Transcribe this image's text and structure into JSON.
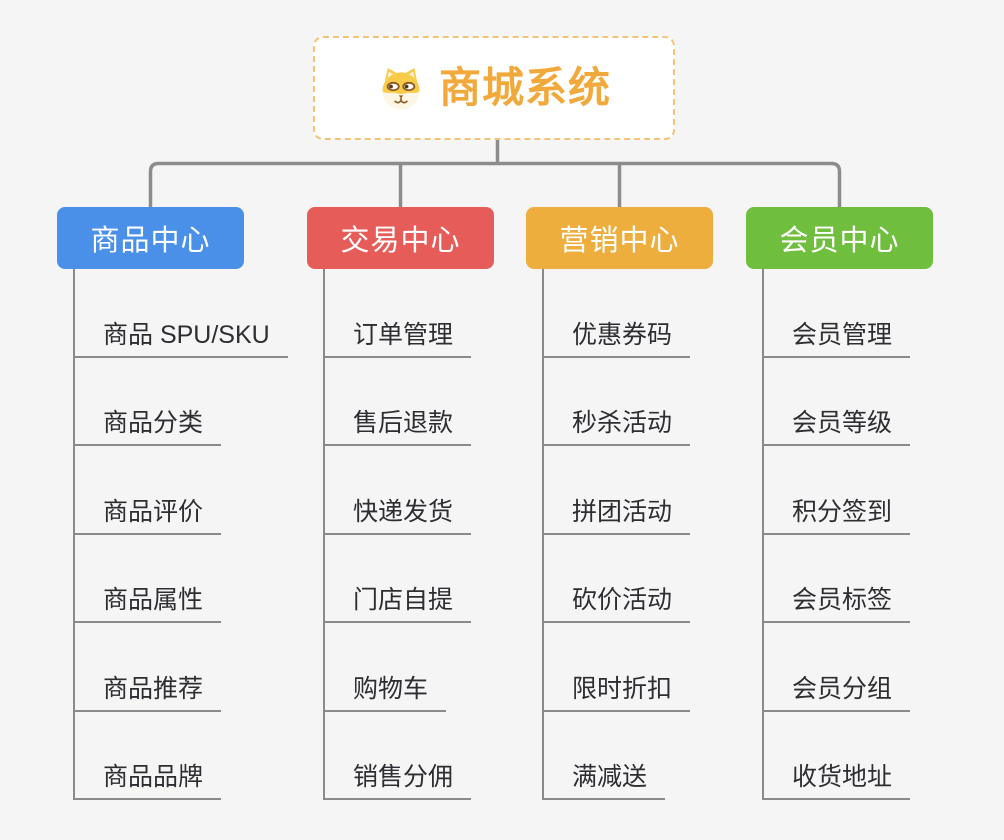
{
  "colors": {
    "background": "#F5F5F6",
    "connector": "#8C8C8C",
    "sub_line": "#8A8A8A",
    "item_text": "#2E2E32",
    "root_accent": "#F2A93C",
    "root_border": "#F6C278"
  },
  "root": {
    "title": "商城系统",
    "icon": "dog-icon"
  },
  "branches": [
    {
      "name": "product-center",
      "label": "商品中心",
      "color": "#4A90E8",
      "items": [
        "商品 SPU/SKU",
        "商品分类",
        "商品评价",
        "商品属性",
        "商品推荐",
        "商品品牌"
      ]
    },
    {
      "name": "trade-center",
      "label": "交易中心",
      "color": "#E65C59",
      "items": [
        "订单管理",
        "售后退款",
        "快递发货",
        "门店自提",
        "购物车",
        "销售分佣"
      ]
    },
    {
      "name": "marketing-center",
      "label": "营销中心",
      "color": "#EDAE3E",
      "items": [
        "优惠券码",
        "秒杀活动",
        "拼团活动",
        "砍价活动",
        "限时折扣",
        "满减送"
      ]
    },
    {
      "name": "member-center",
      "label": "会员中心",
      "color": "#6FBE3E",
      "items": [
        "会员管理",
        "会员等级",
        "积分签到",
        "会员标签",
        "会员分组",
        "收货地址"
      ]
    }
  ]
}
